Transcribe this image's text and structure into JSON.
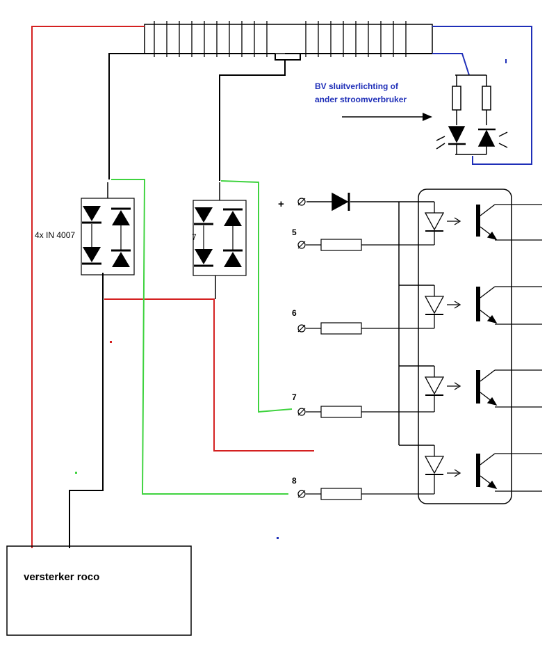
{
  "labels": {
    "note_line1": "BV sluitverlichting of",
    "note_line2": "ander stroomverbruker",
    "diode_label": "4x IN 4007",
    "bridge2_mark": "7",
    "plus": "+",
    "input_5": "5",
    "input_6": "6",
    "input_7": "7",
    "input_8": "8",
    "amplifier": "versterker roco"
  },
  "colors": {
    "wire_red": "#d42020",
    "wire_green": "#3fd33f",
    "wire_blue": "#1f2fb8",
    "wire_black": "#000000"
  }
}
